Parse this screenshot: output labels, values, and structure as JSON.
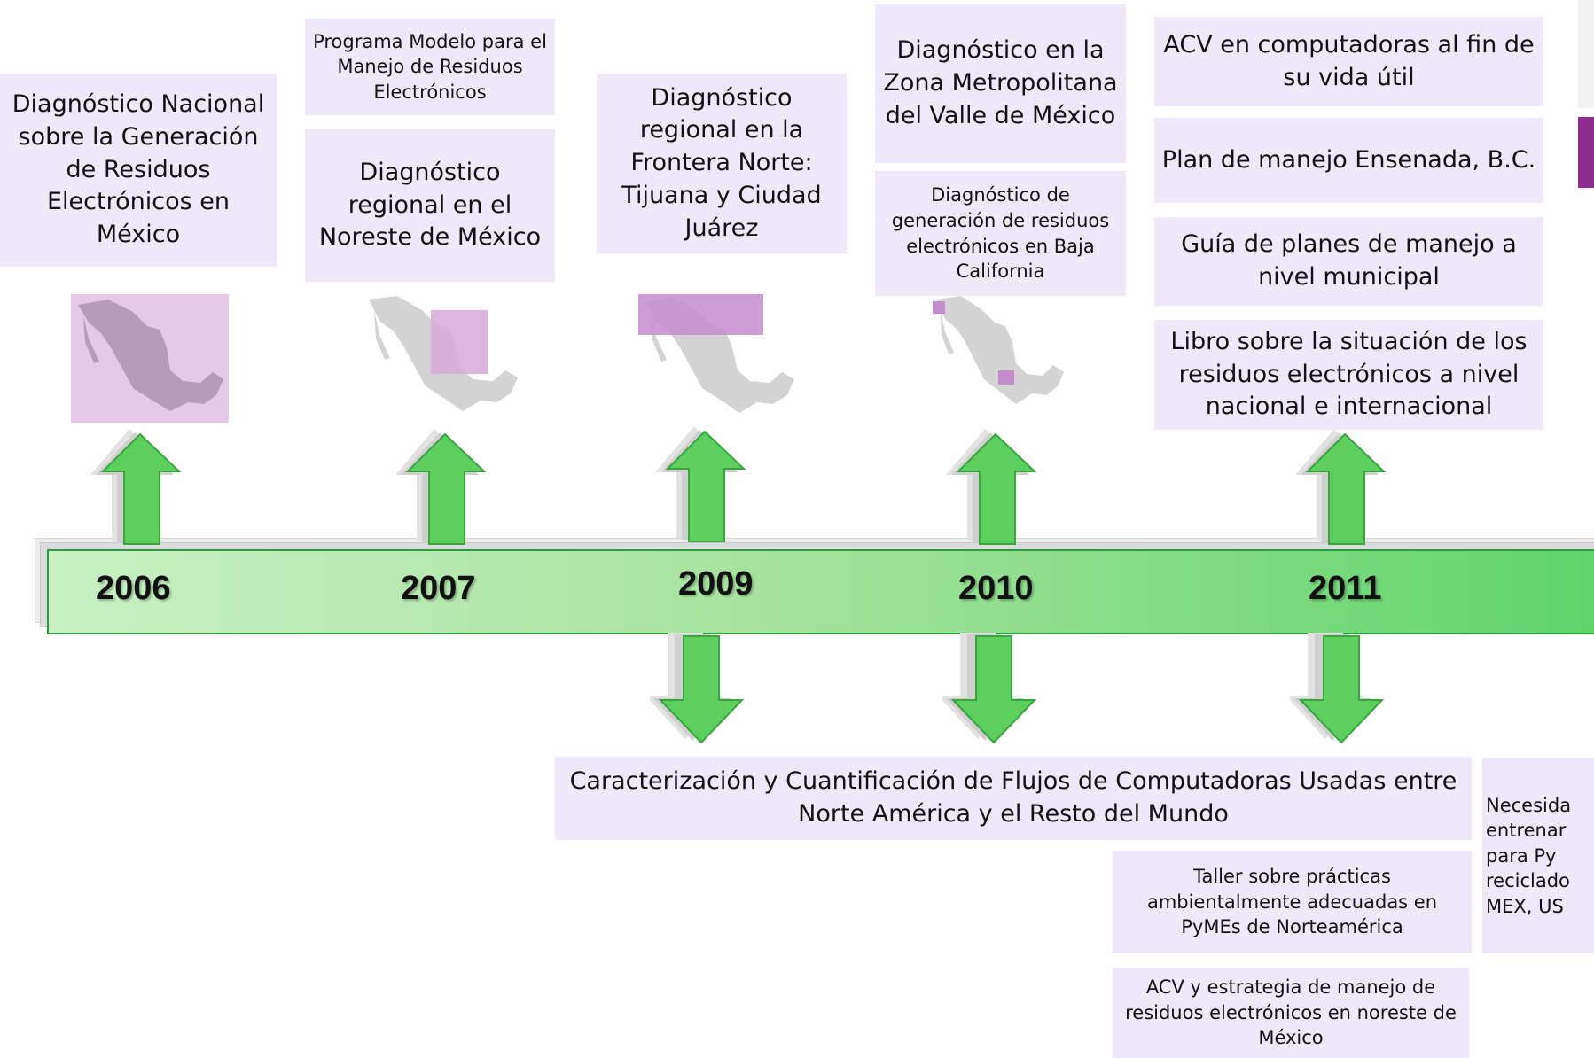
{
  "timeline": {
    "years": [
      "2006",
      "2007",
      "2009",
      "2010",
      "2011"
    ]
  },
  "top_items": {
    "y2006_national": "Diagnóstico Nacional sobre la Generación de Residuos Electrónicos en México",
    "y2007_programa": "Programa Modelo para el Manejo de Residuos Electrónicos",
    "y2007_noreste": "Diagnóstico regional en el Noreste de México",
    "y2009_frontera": "Diagnóstico regional en la Frontera Norte: Tijuana y Ciudad Juárez",
    "y2010_zmvm": "Diagnóstico en la Zona Metropolitana del Valle de México",
    "y2010_bc": "Diagnóstico de generación de residuos electrónicos en Baja California",
    "y2011_acv": "ACV en computadoras al fin de su vida útil",
    "y2011_ensenada": "Plan de manejo Ensenada, B.C.",
    "y2011_guia": "Guía de planes de manejo a nivel municipal",
    "y2011_libro": "Libro sobre la situación de los residuos electrónicos a nivel nacional e internacional"
  },
  "bottom_items": {
    "flujos": "Caracterización y Cuantificación de Flujos de Computadoras Usadas entre Norte América y el Resto del Mundo",
    "taller": "Taller sobre prácticas ambientalmente adecuadas en PyMEs de Norteamérica",
    "acv_noreste": "ACV y estrategia de manejo de residuos electrónicos en noreste de México",
    "necesidad": "Necesida entrenar para Py reciclado MEX, US"
  },
  "colors": {
    "box_fill": "#efe8fb",
    "arrow_green": "#5ccf5f",
    "highlight": "#c58ccc",
    "map_grey": "#d3d3d3"
  },
  "icons": {
    "up_arrow": "up-arrow-icon",
    "down_arrow": "down-arrow-icon",
    "map": "mexico-map-icon"
  }
}
